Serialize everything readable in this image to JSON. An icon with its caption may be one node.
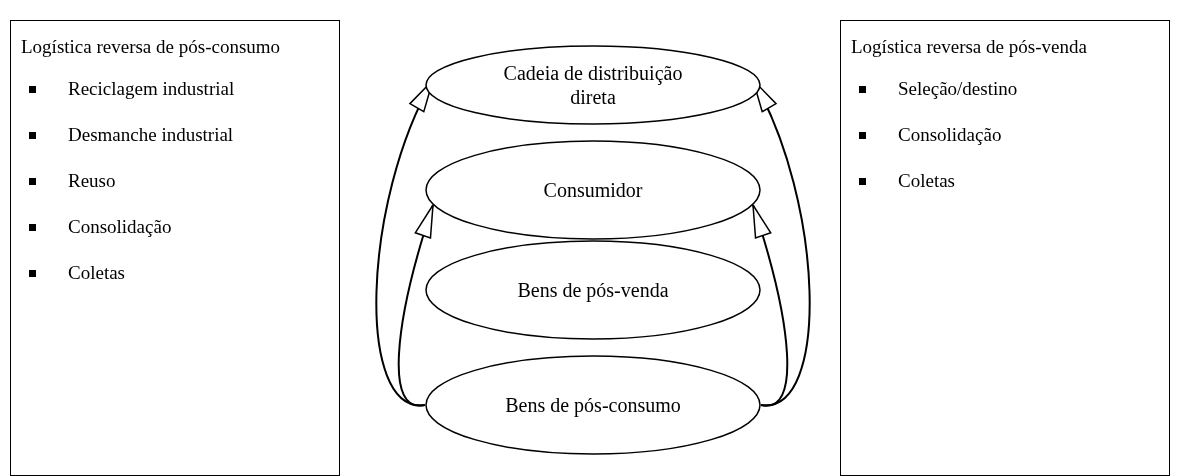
{
  "diagram": {
    "nodes": [
      {
        "text": [
          "Logística reversa de pós-consumo",
          "Reciclagem industrial",
          "Desmanche industrial",
          "Reuso",
          "Consolidação",
          "Coletas"
        ]
      },
      {
        "text": [
          "Logística reversa de pós-venda",
          "Seleção/destino",
          "Consolidação",
          "Coletas"
        ]
      },
      {
        "text": [
          "Cadeia de distribuição direta"
        ]
      },
      {
        "text": [
          "Consumidor"
        ]
      },
      {
        "text": [
          "Bens de pós-venda"
        ]
      },
      {
        "text": [
          "Bens de pós-consumo"
        ]
      }
    ],
    "edges": [
      {
        "from": 5,
        "to": 2,
        "arrow": "to"
      },
      {
        "from": 5,
        "to": 3,
        "arrow": "to"
      },
      {
        "from": 5,
        "to": 2,
        "arrow": "to"
      },
      {
        "from": 5,
        "to": 3,
        "arrow": "to"
      }
    ]
  }
}
